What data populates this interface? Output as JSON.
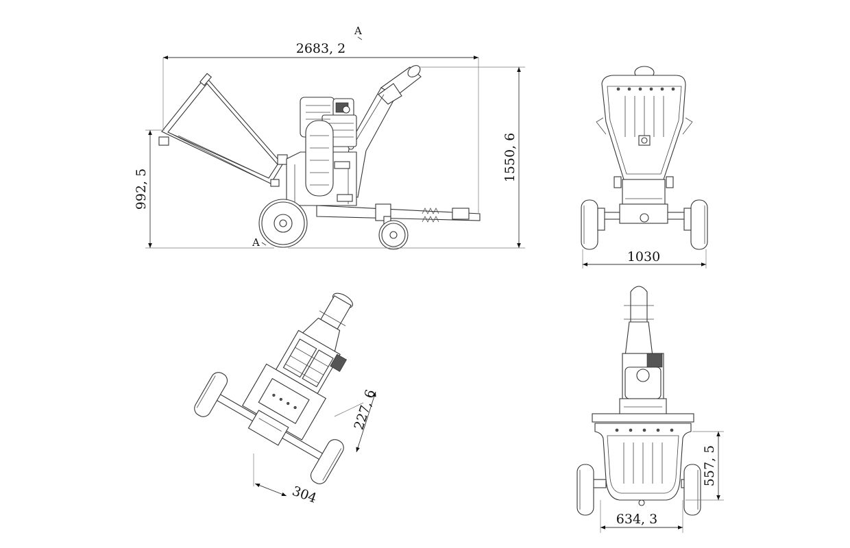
{
  "views": {
    "side": {
      "dimensions": {
        "overall_length": "2683, 2",
        "overall_height": "1550, 6",
        "hopper_height": "992, 5"
      },
      "section_marks": {
        "top": "A",
        "bottom": "A"
      }
    },
    "rear": {
      "dimensions": {
        "track_width": "1030"
      }
    },
    "isometric": {
      "dimensions": {
        "width": "304",
        "height": "227, 6"
      }
    },
    "front": {
      "dimensions": {
        "inner_width": "634, 3",
        "hopper_depth": "557, 5"
      }
    }
  }
}
